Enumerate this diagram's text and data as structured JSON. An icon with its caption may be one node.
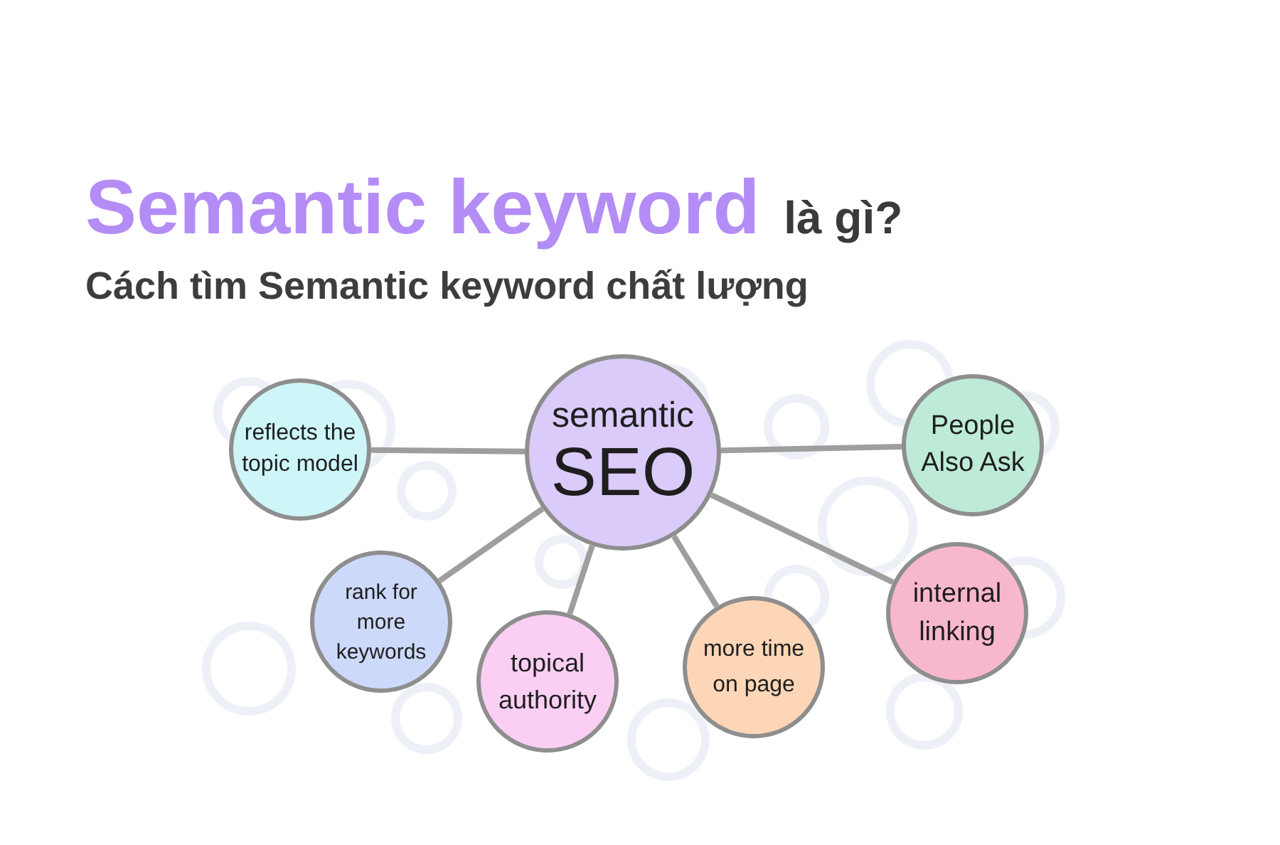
{
  "diagram": {
    "title": "**Semantic keyword** là gì?",
    "nodes": [
      {
        "text": [
          "semantic",
          "SEO"
        ]
      },
      {
        "text": [
          "reflects the topic model"
        ]
      },
      {
        "text": [
          "People Also Ask"
        ]
      },
      {
        "text": [
          "rank for more keywords"
        ]
      },
      {
        "text": [
          "topical authority"
        ]
      },
      {
        "text": [
          "more time on page"
        ]
      },
      {
        "text": [
          "internal linking"
        ]
      }
    ],
    "edges": [
      {
        "from": 0,
        "to": 1,
        "arrow": "none"
      },
      {
        "from": 0,
        "to": 2,
        "arrow": "none"
      },
      {
        "from": 0,
        "to": 3,
        "arrow": "none"
      },
      {
        "from": 0,
        "to": 4,
        "arrow": "none"
      },
      {
        "from": 0,
        "to": 5,
        "arrow": "none"
      },
      {
        "from": 0,
        "to": 6,
        "arrow": "none"
      }
    ],
    "labels": [
      "Cách tìm Semantic keyword chất lượng"
    ]
  }
}
